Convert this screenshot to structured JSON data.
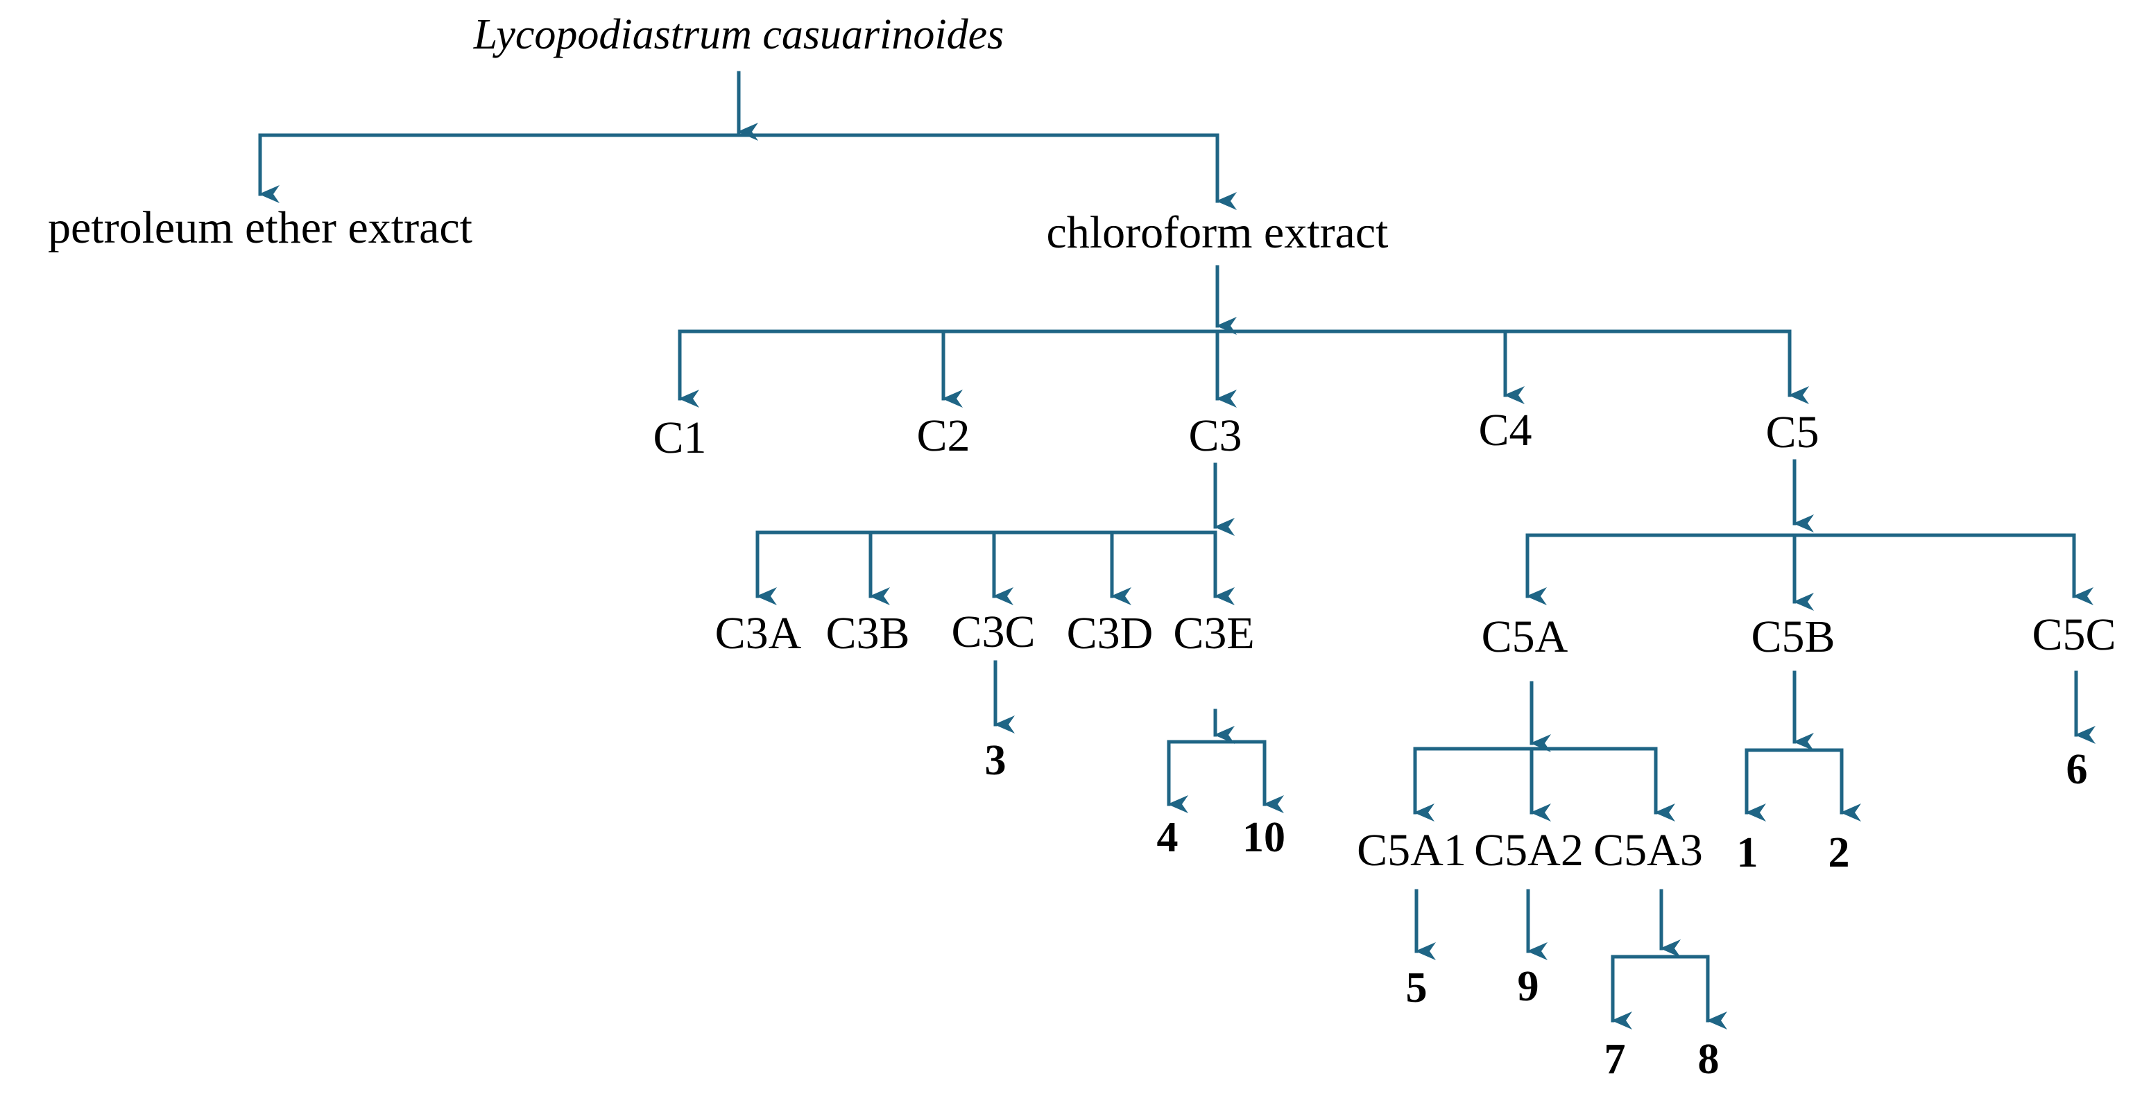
{
  "colors": {
    "line": "#1f6585",
    "text": "#000000",
    "background": "#ffffff"
  },
  "root": "Lycopodiastrum casuarinoides",
  "extracts": {
    "petroleum": "petroleum ether extract",
    "chloroform": "chloroform extract"
  },
  "fractions": {
    "c1": "C1",
    "c2": "C2",
    "c3": "C3",
    "c4": "C4",
    "c5": "C5"
  },
  "subfractions": {
    "c3a": "C3A",
    "c3b": "C3B",
    "c3c": "C3C",
    "c3d": "C3D",
    "c3e": "C3E",
    "c5a": "C5A",
    "c5b": "C5B",
    "c5c": "C5C",
    "c5a1": "C5A1",
    "c5a2": "C5A2",
    "c5a3": "C5A3"
  },
  "compounds": {
    "c1": "1",
    "c2": "2",
    "c3": "3",
    "c4": "4",
    "c5": "5",
    "c6": "6",
    "c7": "7",
    "c8": "8",
    "c9": "9",
    "c10": "10"
  }
}
